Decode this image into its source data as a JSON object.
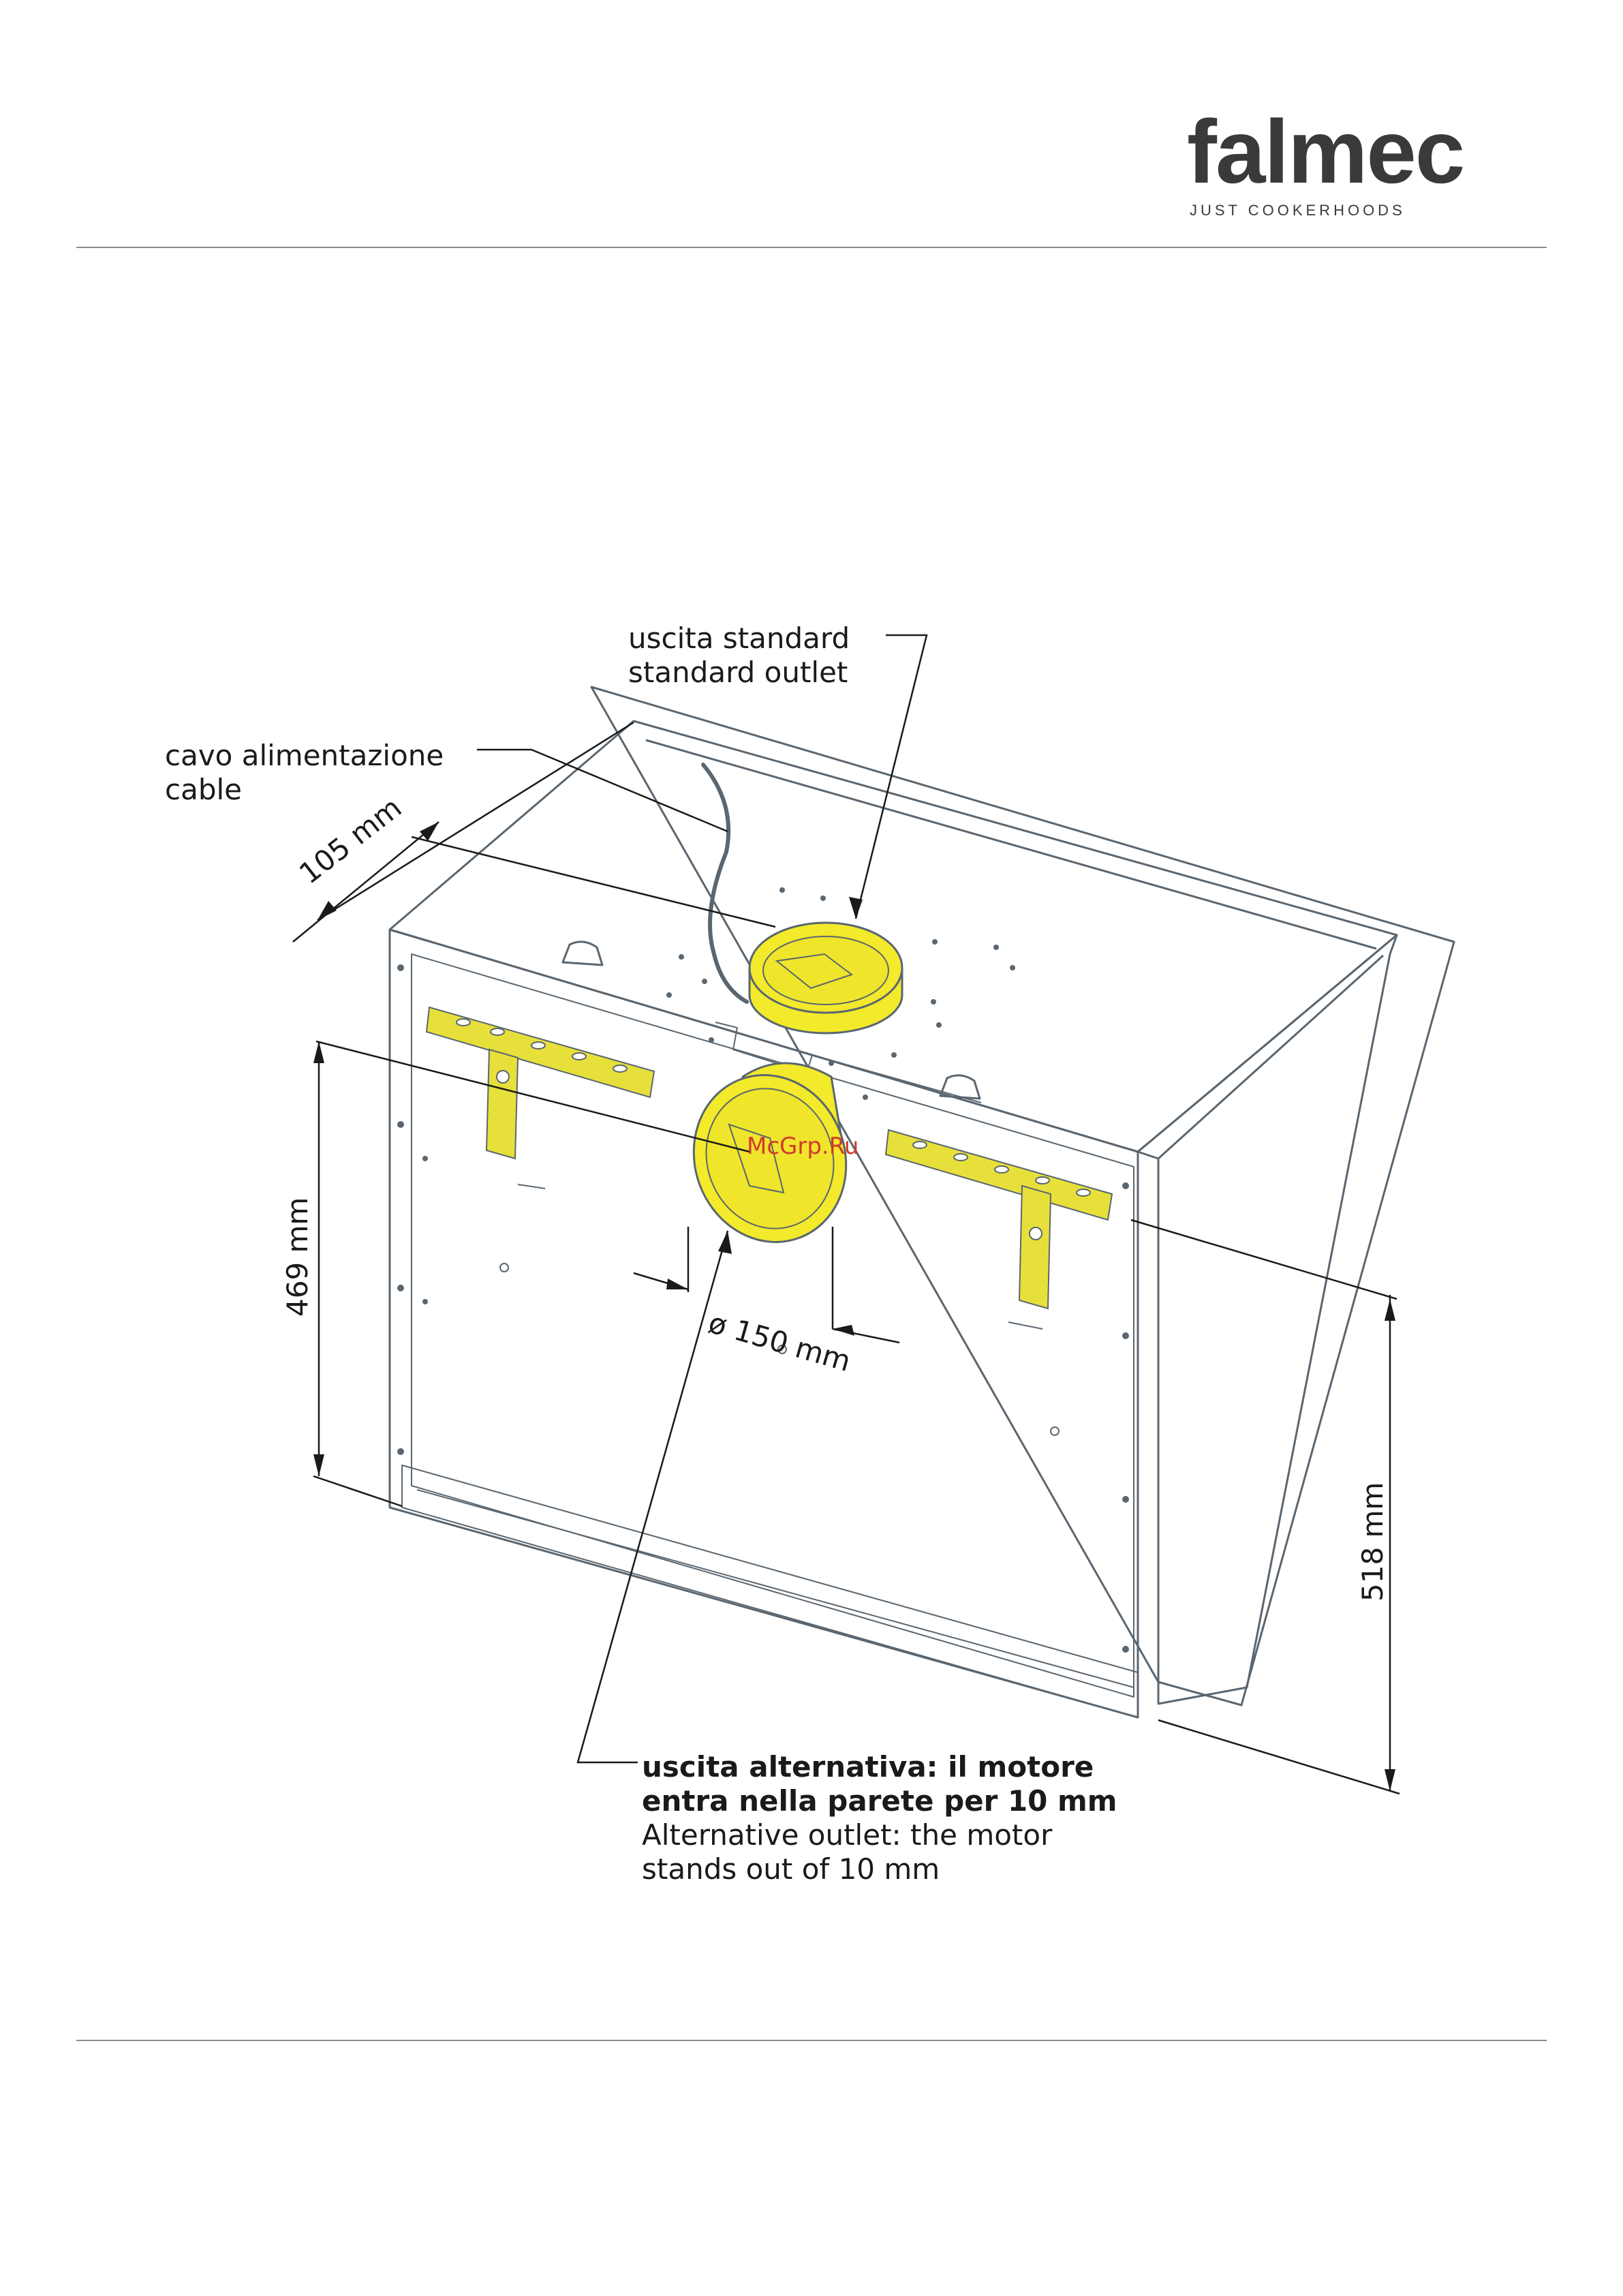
{
  "brand": {
    "name": "falmec",
    "tagline": "JUST COOKERHOODS"
  },
  "labels": {
    "standard_outlet": {
      "it": "uscita standard",
      "en": "standard outlet"
    },
    "cable": {
      "it": "cavo alimentazione",
      "en": "cable"
    },
    "alternative_outlet": {
      "it_line1": "uscita alternativa: il motore",
      "it_line2": "entra nella parete per 10 mm",
      "en_line1": "Alternative outlet: the motor",
      "en_line2": "stands out of 10 mm"
    }
  },
  "dimensions": {
    "depth_top": "105 mm",
    "height_front": "469 mm",
    "diameter": "ø 150 mm",
    "height_side": "518 mm"
  },
  "watermark": "McGrp.Ru",
  "colors": {
    "outlet_fill": "#f2ea2a",
    "bracket_fill": "#e8e03a",
    "line": "#5a6670",
    "text": "#1a1a1a"
  }
}
